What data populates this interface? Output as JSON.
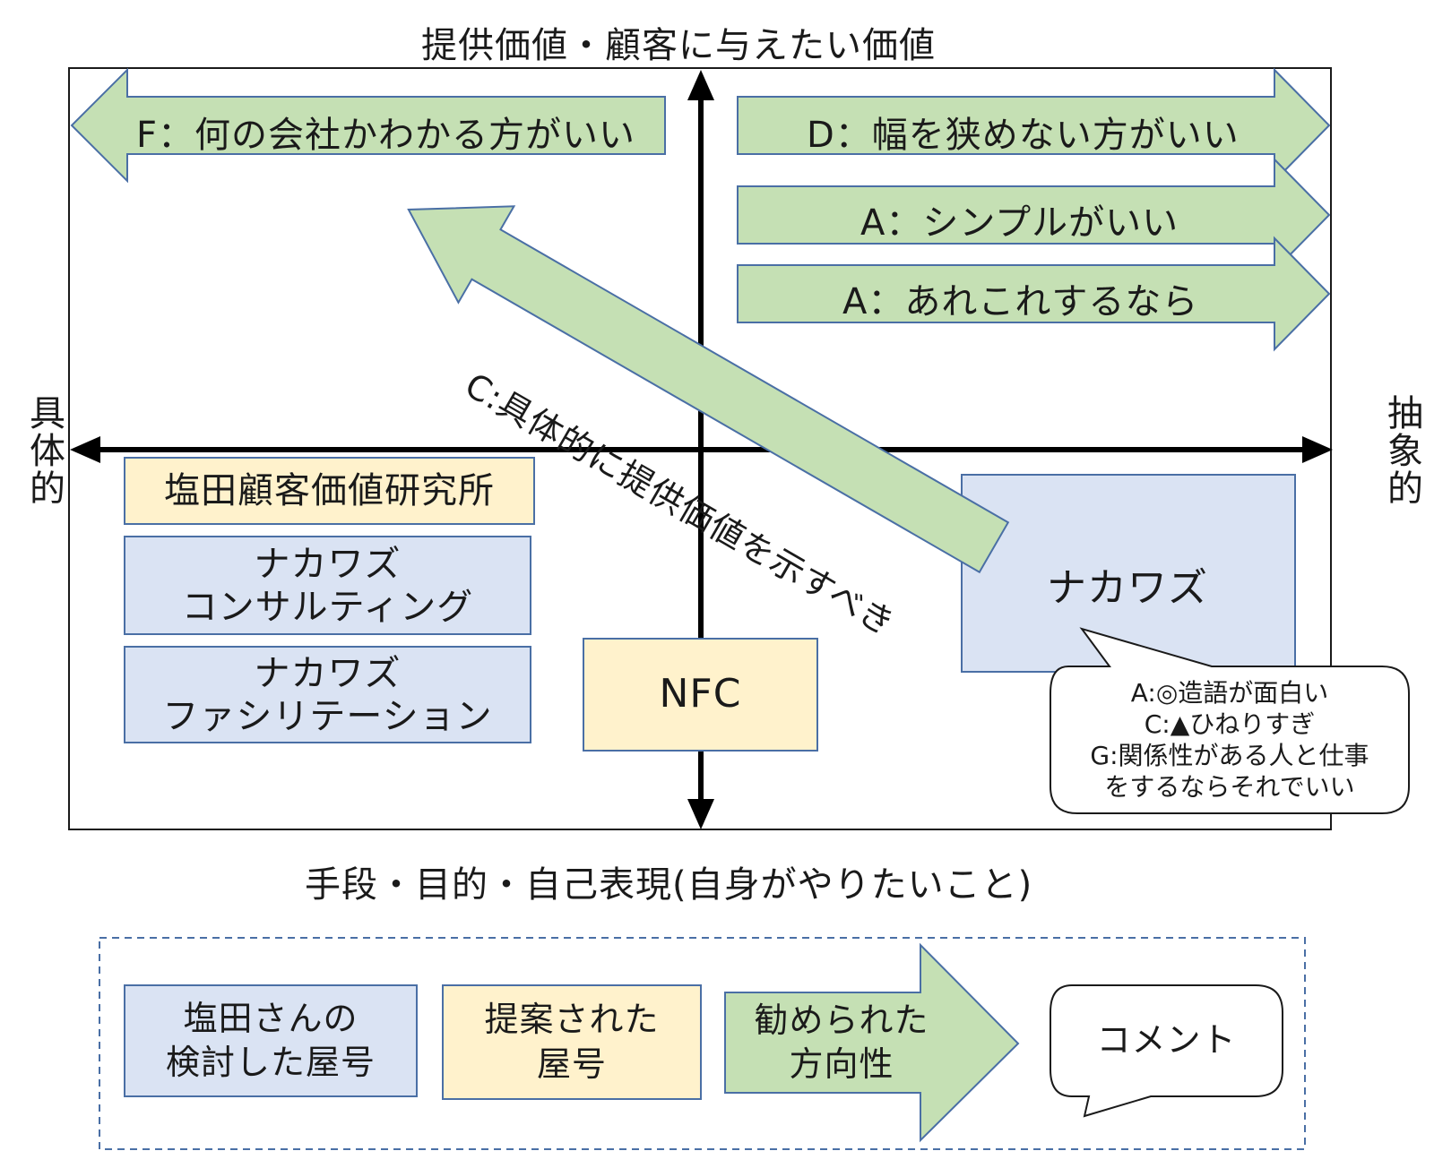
{
  "axes": {
    "top": "提供価値・顧客に与えたい価値",
    "bottom": "手段・目的・自己表現(自身がやりたいこと)",
    "left": "具体的",
    "right": "抽象的"
  },
  "arrows": {
    "F": "F：何の会社かわかる方がいい",
    "D": "D：幅を狭めない方がいい",
    "A1": "A：シンプルがいい",
    "A2": "A：あれこれするなら",
    "C": "C:具体的に提供価値を示すべき"
  },
  "names": {
    "shiota": "塩田顧客価値研究所",
    "consulting_1": "ナカワズ",
    "consulting_2": "コンサルティング",
    "facilitation_1": "ナカワズ",
    "facilitation_2": "ファシリテーション",
    "nfc": "NFC",
    "nakawazu": "ナカワズ"
  },
  "comment": {
    "lines": [
      "A:◎造語が面白い",
      "C:▲ひねりすぎ",
      "G:関係性がある人と仕事",
      "をするならそれでいい"
    ]
  },
  "legend": {
    "blue_1": "塩田さんの",
    "blue_2": "検討した屋号",
    "yellow_1": "提案された",
    "yellow_2": "屋号",
    "green_1": "勧められた",
    "green_2": "方向性",
    "comment": "コメント"
  },
  "colors": {
    "blue_fill": "#dae3f3",
    "yellow_fill": "#fff2cc",
    "green_fill": "#c5e0b4",
    "border": "#4a6fa5"
  }
}
